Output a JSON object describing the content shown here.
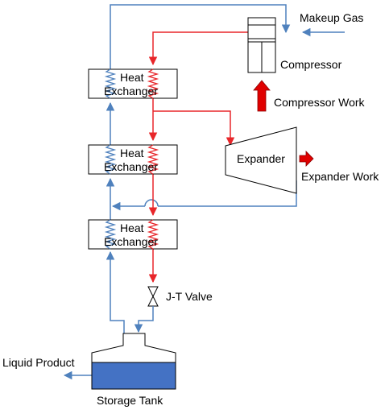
{
  "labels": {
    "makeup_gas": "Makeup Gas",
    "compressor": "Compressor",
    "compressor_work": "Compressor Work",
    "heat_exchanger_word1": "Heat",
    "heat_exchanger_word2": "Exchanger",
    "expander": "Expander",
    "expander_work": "Expander Work",
    "jt_valve": "J-T Valve",
    "liquid_product": "Liquid Product",
    "storage_tank": "Storage Tank"
  },
  "colors": {
    "hot_stream": "#E8262A",
    "cold_stream": "#4F81BD",
    "liquid_fill": "#4472C4",
    "outline": "#000000",
    "work_arrow": "#E00000"
  }
}
